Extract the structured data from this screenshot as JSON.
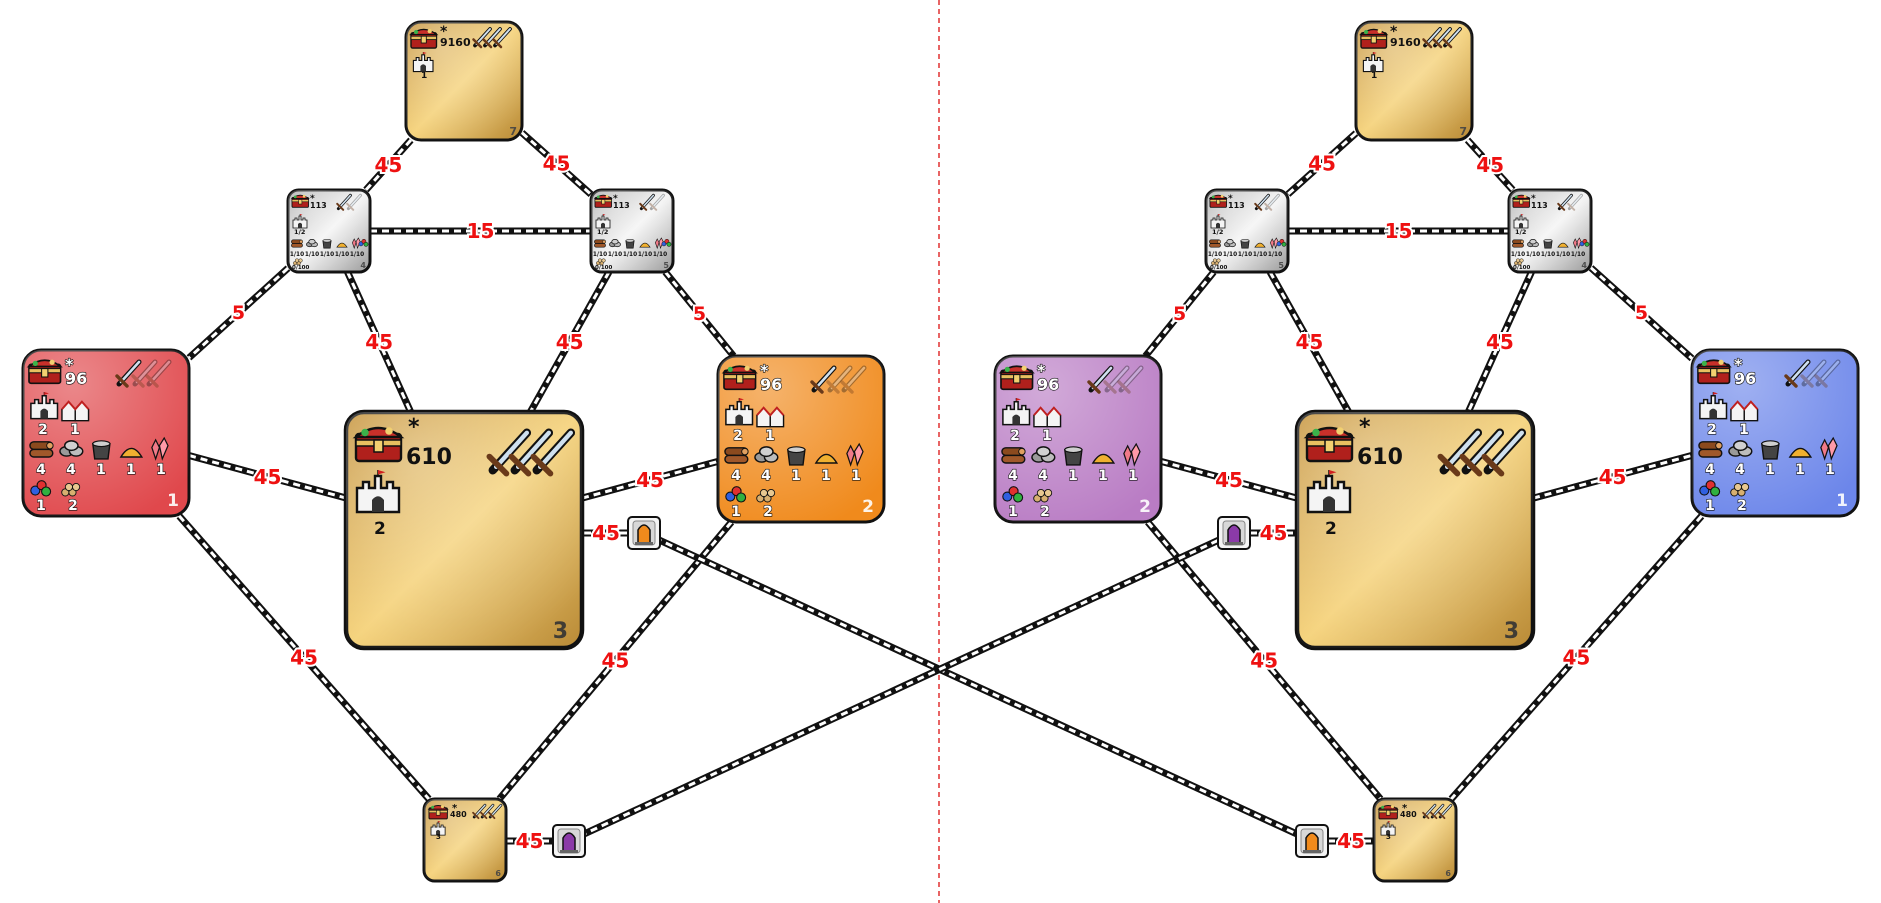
{
  "divider_color": "#e03030",
  "road_cost_color": "#ee1111",
  "player_colors": {
    "1_left": "#e0484c",
    "2_left": "#f08a1c",
    "2_right": "#b97cc4",
    "1_right": "#6c86ea"
  },
  "portal_colors": {
    "orange": "#f08a1c",
    "purple": "#8b3aa8"
  },
  "boards": [
    {
      "nodes": [
        {
          "id": "t7",
          "kind": "gold-small",
          "income": "9160",
          "star": "*",
          "castle_count": "1",
          "index": "7"
        },
        {
          "id": "t4",
          "kind": "silver",
          "income": "113",
          "star": "*",
          "castle_count": "1/2",
          "resources": [
            "1/10",
            "1/10",
            "1/10",
            "1/10",
            "1/10"
          ],
          "gems": "0/100",
          "index": "4"
        },
        {
          "id": "t5",
          "kind": "silver",
          "income": "113",
          "star": "*",
          "castle_count": "1/2",
          "resources": [
            "1/10",
            "1/10",
            "1/10",
            "1/10",
            "1/10"
          ],
          "gems": "0/100",
          "index": "5"
        },
        {
          "id": "p1",
          "kind": "player",
          "color": "#e0484c",
          "income": "96",
          "star": "*",
          "castles": [
            "2",
            "1"
          ],
          "resources": [
            "4",
            "4",
            "1",
            "1",
            "1"
          ],
          "extras": [
            "1",
            "2"
          ],
          "index": "1"
        },
        {
          "id": "t3",
          "kind": "gold-big",
          "income": "610",
          "star": "*",
          "castle_count": "2",
          "index": "3"
        },
        {
          "id": "p2",
          "kind": "player",
          "color": "#f08a1c",
          "income": "96",
          "star": "*",
          "castles": [
            "2",
            "1"
          ],
          "resources": [
            "4",
            "4",
            "1",
            "1",
            "1"
          ],
          "extras": [
            "1",
            "2"
          ],
          "index": "2"
        },
        {
          "id": "t6",
          "kind": "gold-small",
          "income": "480",
          "star": "*",
          "castle_count": "3",
          "index": "6"
        }
      ],
      "roads": [
        {
          "from": "t7",
          "to": "t4",
          "cost": "45"
        },
        {
          "from": "t7",
          "to": "t5",
          "cost": "45"
        },
        {
          "from": "t4",
          "to": "t5",
          "cost": "15"
        },
        {
          "from": "t4",
          "to": "p1",
          "cost": "5"
        },
        {
          "from": "t4",
          "to": "t3",
          "cost": "45"
        },
        {
          "from": "t5",
          "to": "t3",
          "cost": "45"
        },
        {
          "from": "t5",
          "to": "p2",
          "cost": "5"
        },
        {
          "from": "p1",
          "to": "t3",
          "cost": "45"
        },
        {
          "from": "t3",
          "to": "p2",
          "cost": "45"
        },
        {
          "from": "p1",
          "to": "t6",
          "cost": "45"
        },
        {
          "from": "p2",
          "to": "t6",
          "cost": "45"
        }
      ],
      "portals": [
        {
          "id": "g-orange",
          "color": "orange",
          "cost": "45"
        },
        {
          "id": "g-purple",
          "color": "purple",
          "cost": "45"
        }
      ]
    },
    {
      "nodes": [
        {
          "id": "t7",
          "kind": "gold-small",
          "income": "9160",
          "star": "*",
          "castle_count": "1",
          "index": "7"
        },
        {
          "id": "t5",
          "kind": "silver",
          "income": "113",
          "star": "*",
          "castle_count": "1/2",
          "resources": [
            "1/10",
            "1/10",
            "1/10",
            "1/10",
            "1/10"
          ],
          "gems": "0/100",
          "index": "5"
        },
        {
          "id": "t4",
          "kind": "silver",
          "income": "113",
          "star": "*",
          "castle_count": "1/2",
          "resources": [
            "1/10",
            "1/10",
            "1/10",
            "1/10",
            "1/10"
          ],
          "gems": "0/100",
          "index": "4"
        },
        {
          "id": "p2",
          "kind": "player",
          "color": "#b97cc4",
          "income": "96",
          "star": "*",
          "castles": [
            "2",
            "1"
          ],
          "resources": [
            "4",
            "4",
            "1",
            "1",
            "1"
          ],
          "extras": [
            "1",
            "2"
          ],
          "index": "2"
        },
        {
          "id": "t3",
          "kind": "gold-big",
          "income": "610",
          "star": "*",
          "castle_count": "2",
          "index": "3"
        },
        {
          "id": "p1",
          "kind": "player",
          "color": "#6c86ea",
          "income": "96",
          "star": "*",
          "castles": [
            "2",
            "1"
          ],
          "resources": [
            "4",
            "4",
            "1",
            "1",
            "1"
          ],
          "extras": [
            "1",
            "2"
          ],
          "index": "1"
        },
        {
          "id": "t6",
          "kind": "gold-small",
          "income": "480",
          "star": "*",
          "castle_count": "3",
          "index": "6"
        }
      ],
      "roads": [
        {
          "from": "t7",
          "to": "t5",
          "cost": "45"
        },
        {
          "from": "t7",
          "to": "t4",
          "cost": "45"
        },
        {
          "from": "t5",
          "to": "t4",
          "cost": "15"
        },
        {
          "from": "t5",
          "to": "p2",
          "cost": "5"
        },
        {
          "from": "t5",
          "to": "t3",
          "cost": "45"
        },
        {
          "from": "t4",
          "to": "t3",
          "cost": "45"
        },
        {
          "from": "t4",
          "to": "p1",
          "cost": "5"
        },
        {
          "from": "p2",
          "to": "t3",
          "cost": "45"
        },
        {
          "from": "t3",
          "to": "p1",
          "cost": "45"
        },
        {
          "from": "p2",
          "to": "t6",
          "cost": "45"
        },
        {
          "from": "p1",
          "to": "t6",
          "cost": "45"
        }
      ],
      "portals": [
        {
          "id": "g-purple",
          "color": "purple",
          "cost": "45"
        },
        {
          "id": "g-orange",
          "color": "orange",
          "cost": "45"
        }
      ]
    }
  ]
}
